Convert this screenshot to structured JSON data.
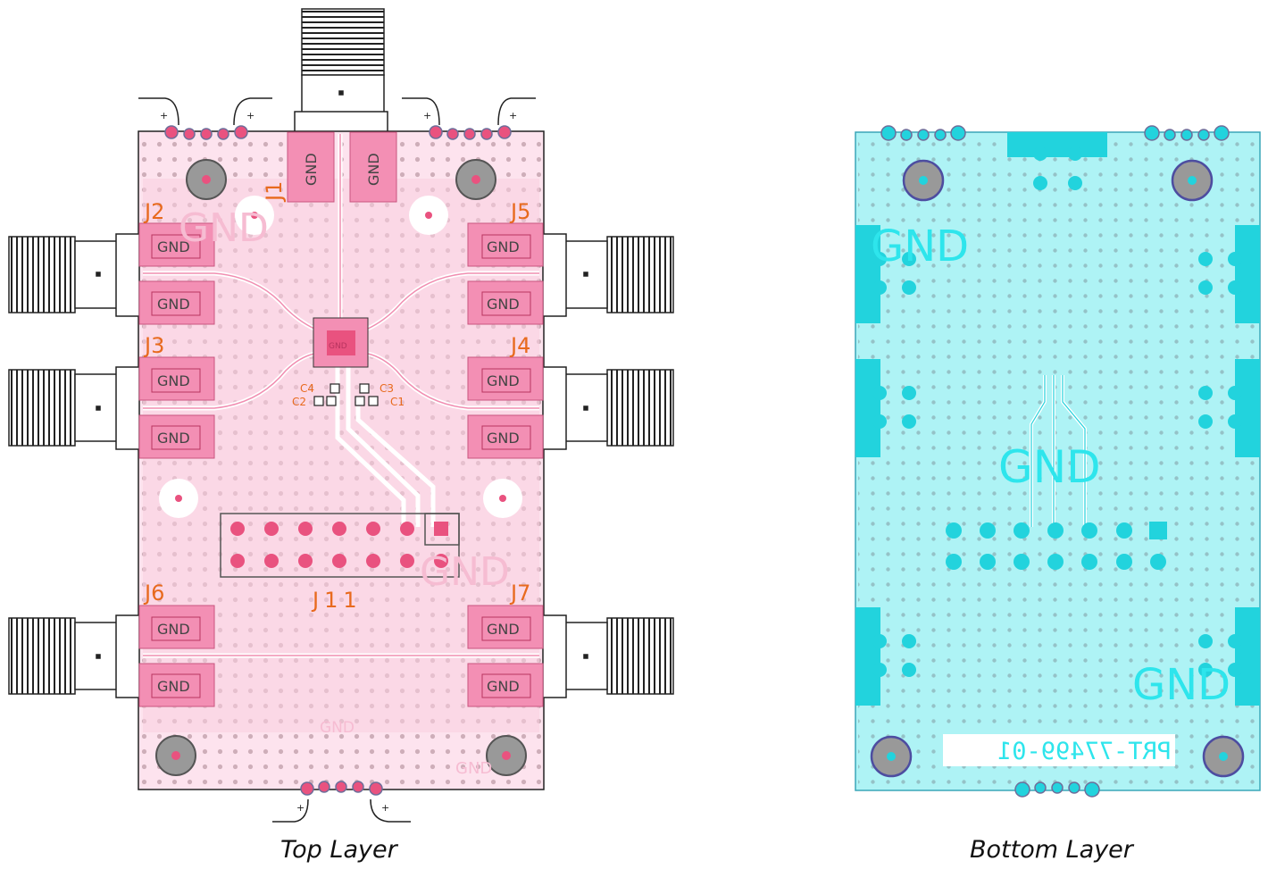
{
  "colors": {
    "top_board": "#fde3ee",
    "top_copper": "#f38fb4",
    "top_pad": "#e9527f",
    "top_label": "#e86a1e",
    "top_gnd_text": "#c83b6a",
    "bottom_board": "#aef3f5",
    "bottom_copper": "#22d3dd",
    "bottom_label": "#2ee5ec",
    "outline": "#222222"
  },
  "top_layer": {
    "caption": "Top Layer",
    "connectors": {
      "j1": "J1",
      "j2": "J2",
      "j3": "J3",
      "j4": "J4",
      "j5": "J5",
      "j6": "J6",
      "j7": "J7",
      "j11": "J11"
    },
    "gnd": "GND",
    "caps": {
      "c1": "C1",
      "c2": "C2",
      "c3": "C3",
      "c4": "C4"
    },
    "ic_label": "GND"
  },
  "bottom_layer": {
    "caption": "Bottom Layer",
    "gnd": "GND",
    "part_number": "PRT-77499-01"
  }
}
